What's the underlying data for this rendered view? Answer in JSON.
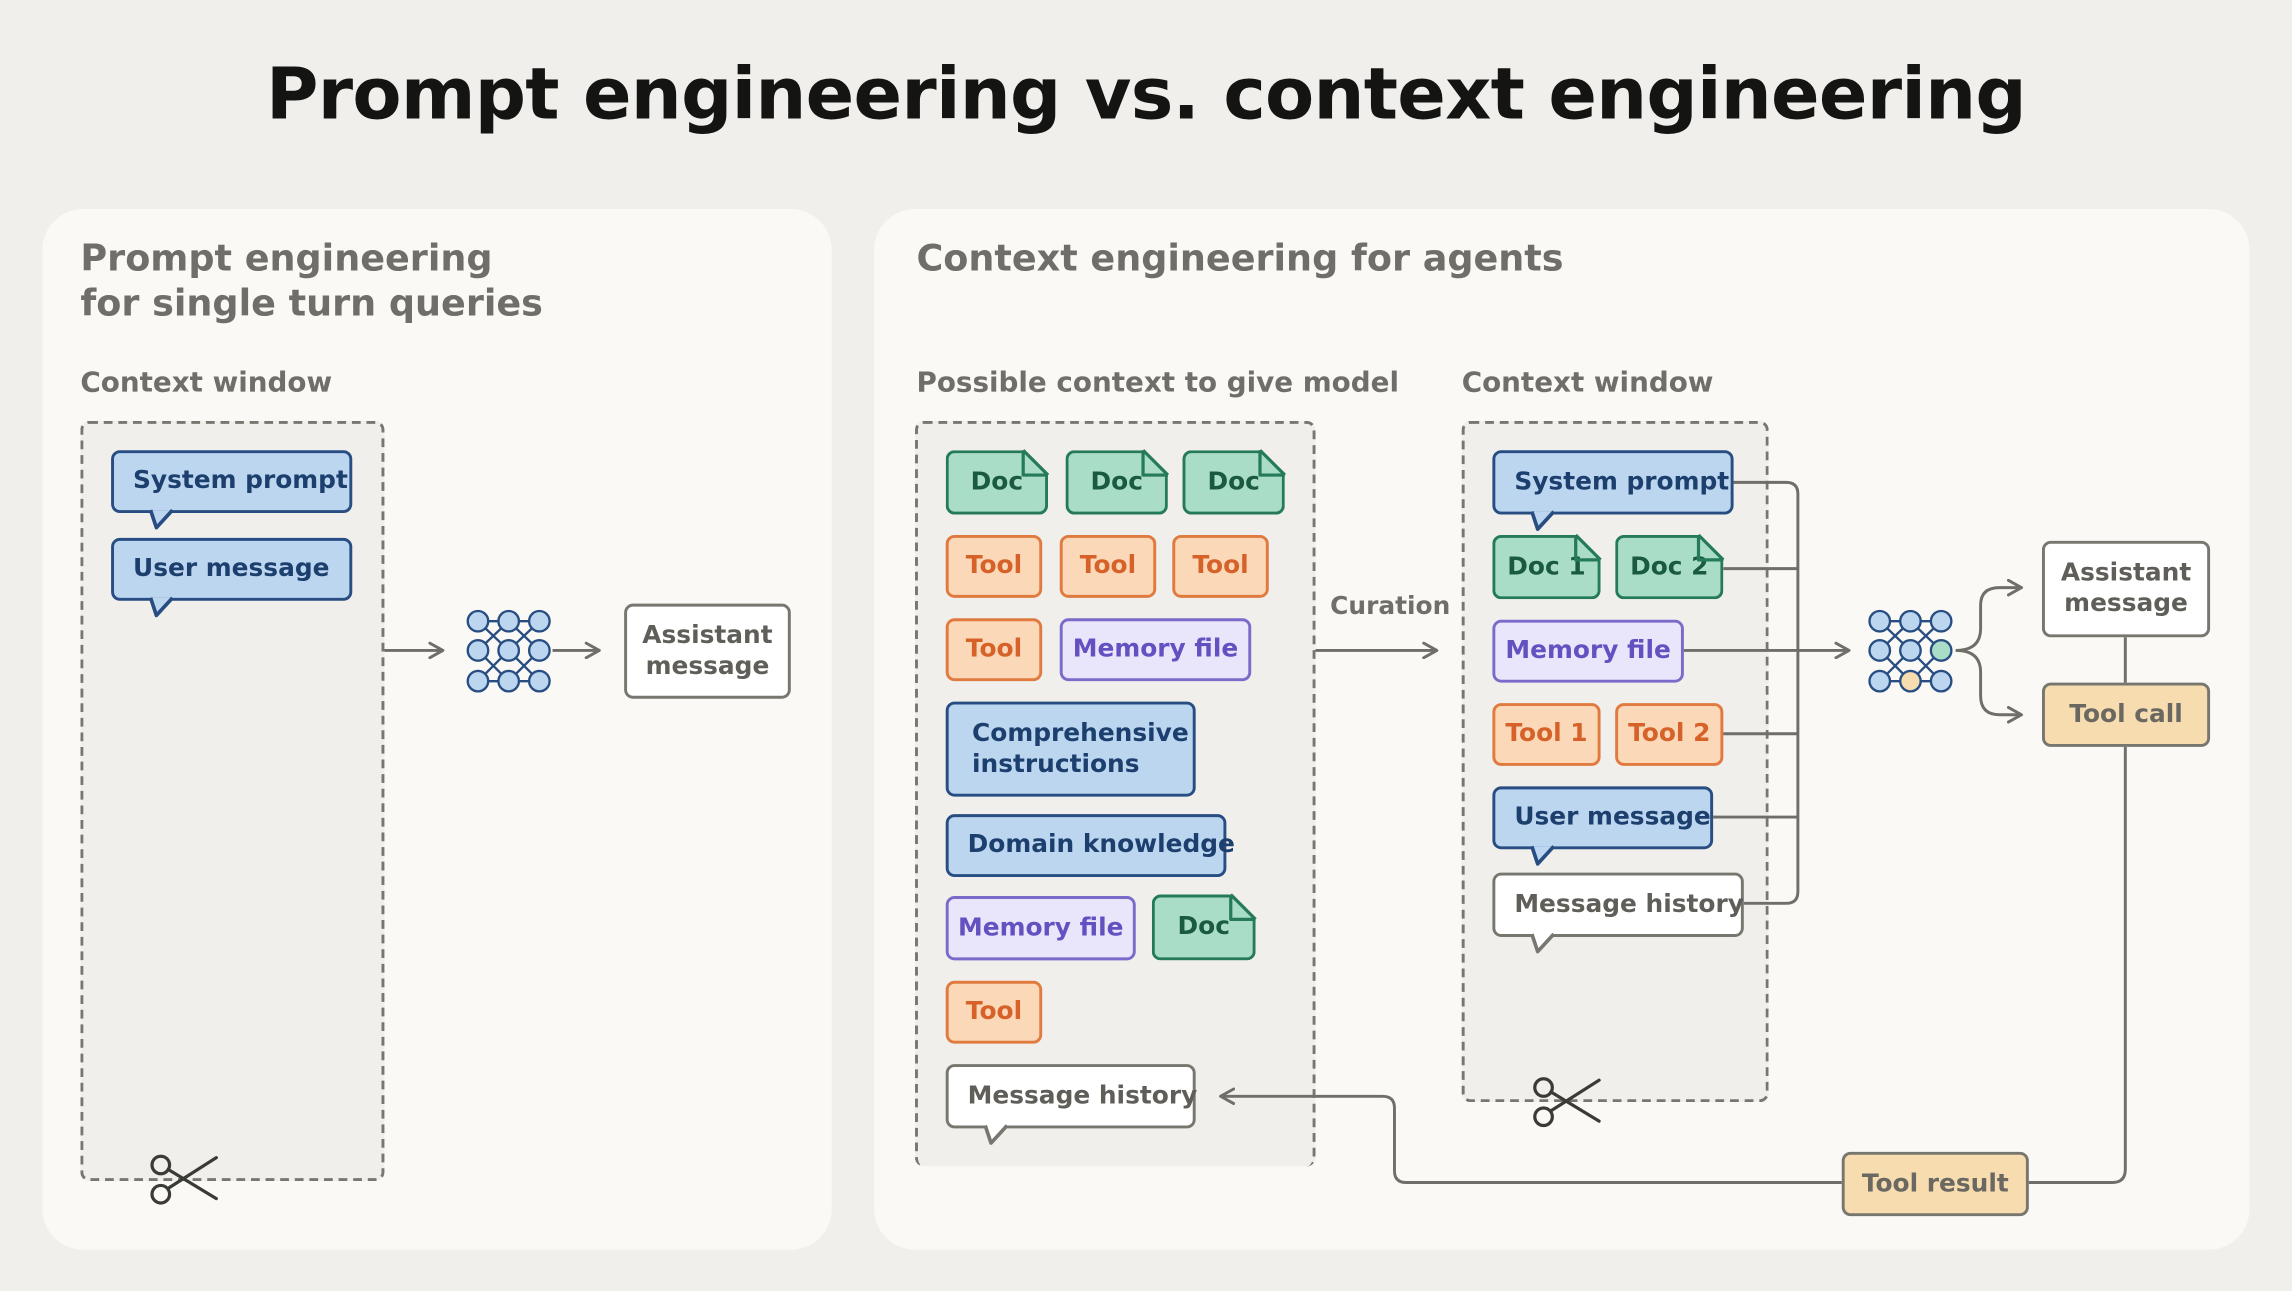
{
  "title": "Prompt engineering vs. context engineering",
  "left_panel": {
    "title_line1": "Prompt engineering",
    "title_line2": "for single turn queries",
    "context_window_label": "Context window",
    "system_prompt": "System prompt",
    "user_message": "User message",
    "assistant_message": "Assistant message"
  },
  "right_panel": {
    "title": "Context engineering for agents",
    "possible_label": "Possible context to give model",
    "context_window_label": "Context window",
    "curation_label": "Curation",
    "possible_items": {
      "doc_a": "Doc",
      "doc_b": "Doc",
      "doc_c": "Doc",
      "tool_a": "Tool",
      "tool_b": "Tool",
      "tool_c": "Tool",
      "tool_d": "Tool",
      "memory_file_a": "Memory file",
      "comprehensive_instructions": "Comprehensive instructions",
      "domain_knowledge": "Domain knowledge",
      "memory_file_b": "Memory file",
      "doc_d": "Doc",
      "tool_e": "Tool",
      "message_history": "Message history"
    },
    "window_items": {
      "system_prompt": "System prompt",
      "doc_1": "Doc 1",
      "doc_2": "Doc 2",
      "memory_file": "Memory file",
      "tool_1": "Tool 1",
      "tool_2": "Tool 2",
      "user_message": "User message",
      "message_history": "Message history"
    },
    "assistant_message": "Assistant message",
    "tool_call": "Tool call",
    "tool_result": "Tool result"
  },
  "colors": {
    "instruction_blue": "#bcd6f0",
    "doc_green": "#a9ddc8",
    "tool_orange": "#fad8b8",
    "memory_purple": "#e9e6fb",
    "tool_io_sand": "#f7dcaf"
  },
  "icons": [
    "neural-network-icon",
    "scissors-icon",
    "speech-tail-icon",
    "folded-corner-icon"
  ]
}
